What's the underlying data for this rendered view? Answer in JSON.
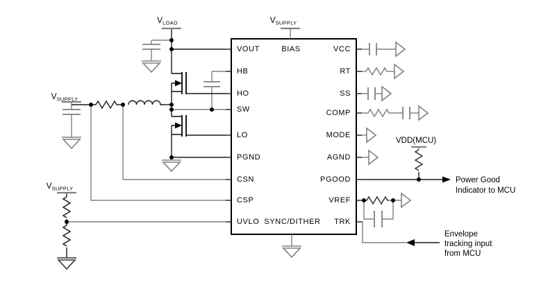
{
  "diagram": {
    "ic": {
      "left_pins": [
        "VOUT",
        "HB",
        "HO",
        "SW",
        "LO",
        "PGND",
        "CSN",
        "CSP",
        "UVLO"
      ],
      "right_pins": [
        "VCC",
        "RT",
        "SS",
        "COMP",
        "MODE",
        "AGND",
        "PGOOD",
        "VREF",
        "TRK"
      ],
      "top_pin": "BIAS",
      "bottom_pin": "SYNC/DITHER"
    },
    "supplies": {
      "vload": {
        "main": "V",
        "sub": "LOAD"
      },
      "vsupply_top": {
        "main": "V",
        "sub": "SUPPLY"
      },
      "vsupply_mid": {
        "main": "V",
        "sub": "SUPPLY"
      },
      "vsupply_bottom": {
        "main": "V",
        "sub": "SUPPLY"
      },
      "vdd_mcu": "VDD(MCU)"
    },
    "annotations": {
      "pgood_line1": "Power Good",
      "pgood_line2": "Indicator to MCU",
      "trk_line1": "Envelope",
      "trk_line2": "tracking input",
      "trk_line3": "from MCU"
    },
    "colors": {
      "wire": "#1a1a1a",
      "component_gray": "#808080",
      "background": "#ffffff"
    }
  }
}
